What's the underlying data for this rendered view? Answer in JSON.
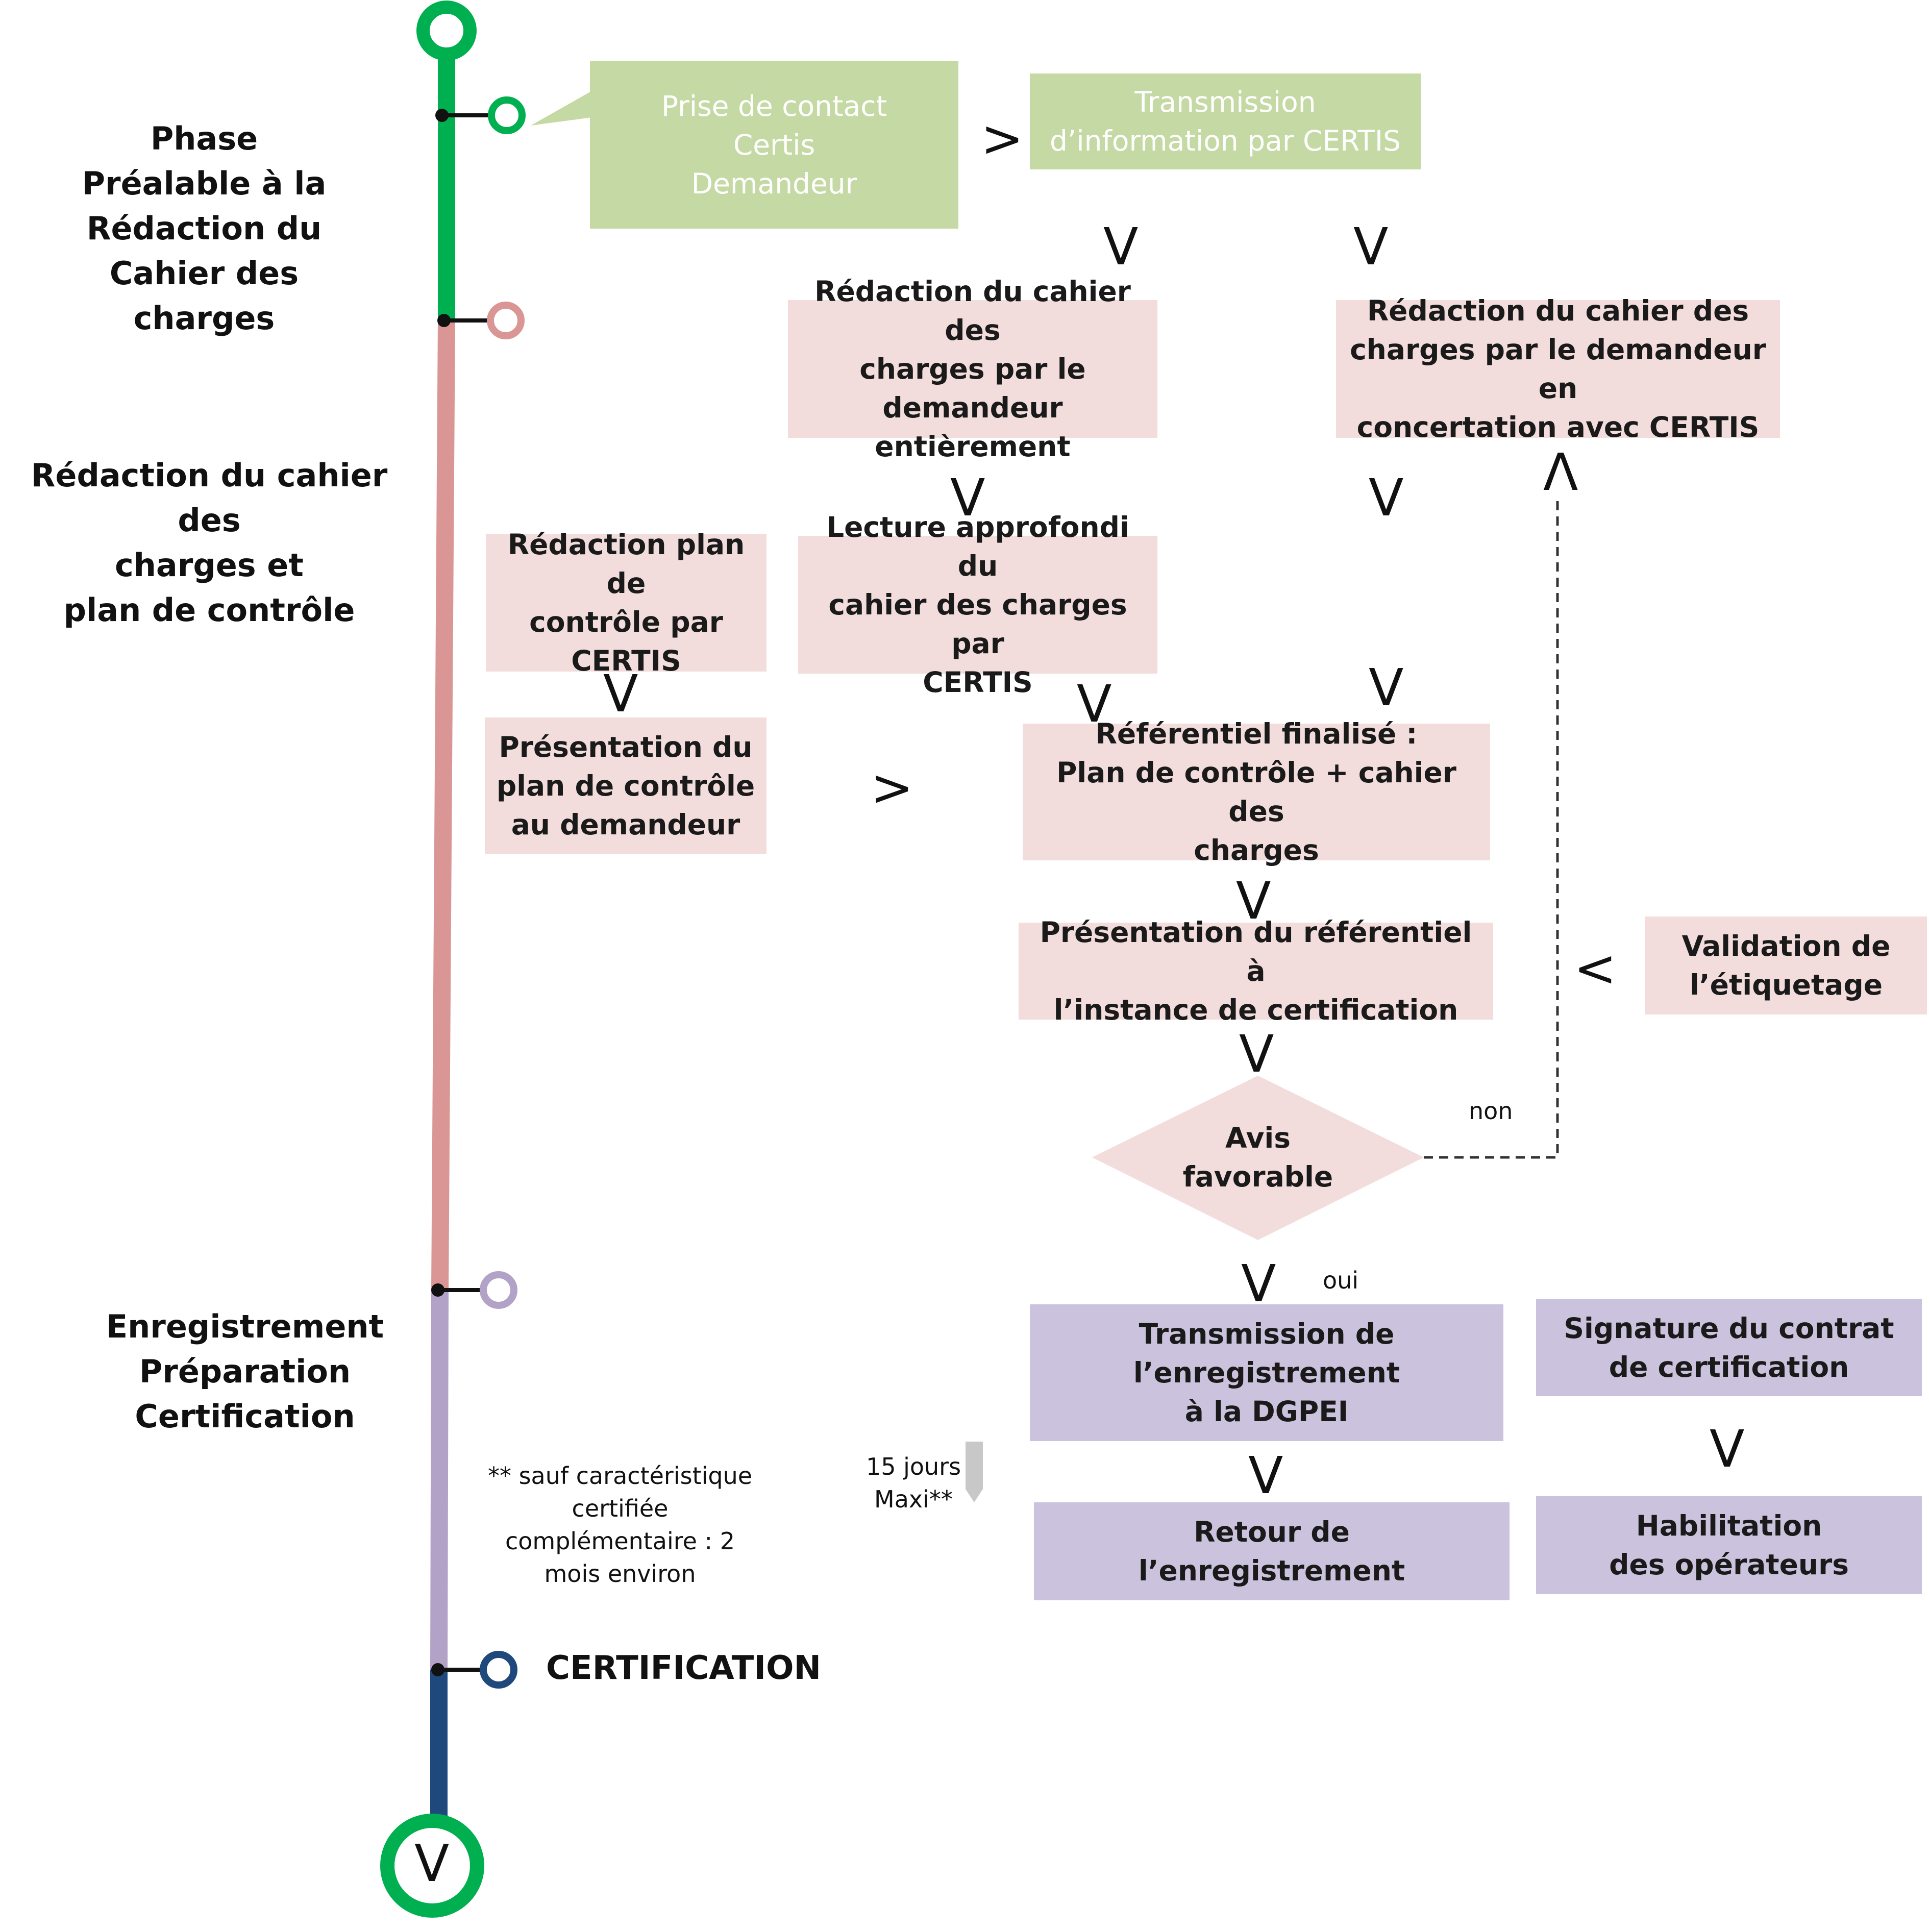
{
  "phases": {
    "phase1": "Phase\nPréalable à la\nRédaction du\nCahier des charges",
    "phase2": "Rédaction du cahier des\ncharges et\nplan de contrôle",
    "phase3": "Enregistrement\nPréparation\nCertification",
    "certification": "CERTIFICATION"
  },
  "nodes": {
    "prise_contact": "Prise de contact\nCertis\nDemandeur",
    "transmission_info": "Transmission\nd’information par CERTIS",
    "redaction_demandeur": "Rédaction du cahier des\ncharges par le\ndemandeur entièrement",
    "redaction_concertation": "Rédaction du cahier des\ncharges par le demandeur en\nconcertation avec CERTIS",
    "redaction_plan": "Rédaction plan de\ncontrôle par\nCERTIS",
    "lecture": "Lecture approfondi du\ncahier des charges par\nCERTIS",
    "presentation_plan": "Présentation du\nplan de contrôle\nau demandeur",
    "referentiel": "Référentiel finalisé :\nPlan de contrôle + cahier des\ncharges",
    "presentation_referentiel": "Présentation du référentiel à\nl’instance de certification",
    "validation": "Validation de\nl’étiquetage",
    "avis": "Avis\nfavorable",
    "transmission_dgpei": "Transmission de\nl’enregistrement\nà la DGPEI",
    "signature": "Signature du contrat\nde certification",
    "retour": "Retour de\nl’enregistrement",
    "habilitation": "Habilitation\ndes opérateurs"
  },
  "labels": {
    "non": "non",
    "oui": "oui",
    "delay": "15 jours\nMaxi**",
    "footnote": "** sauf caractéristique\ncertifiée\ncomplémentaire : 2\nmois environ"
  },
  "arrows": {
    "down": "V",
    "up": "Λ",
    "right": ">",
    "left": "<"
  },
  "colors": {
    "timeline_green": "#00b050",
    "timeline_pink": "#d99694",
    "timeline_purple": "#b3a2c7",
    "timeline_navy": "#1f497d",
    "box_green": "#c5d9a4",
    "box_pink": "#f2dcdc",
    "box_purple": "#cbc3dd"
  }
}
